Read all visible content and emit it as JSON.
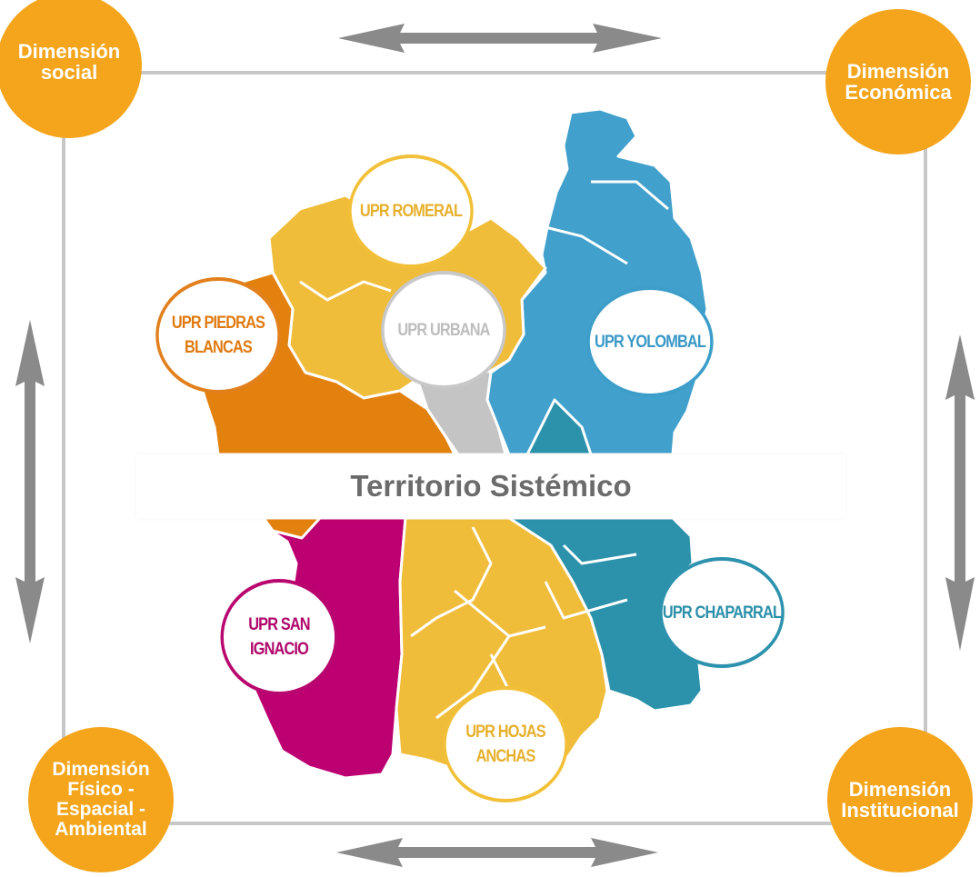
{
  "title": "Territorio Sistémico",
  "dimensions": {
    "social": "Dimensión\nsocial",
    "economica": "Dimensión\nEconómica",
    "fisico": "Dimensión\nFísico -\nEspacial -\nAmbiental",
    "institucional": "Dimensión\nInstitucional"
  },
  "uprs": {
    "romeral": "UPR ROMERAL",
    "piedras_blancas": "UPR PIEDRAS\nBLANCAS",
    "urbana": "UPR URBANA",
    "yolombal": "UPR YOLOMBAL",
    "san_ignacio": "UPR SAN\nIGNACIO",
    "chaparral": "UPR CHAPARRAL",
    "hojas_anchas": "UPR HOJAS\nANCHAS"
  },
  "colors": {
    "dimension": "#f4a51c",
    "romeral": "#f0bd3a",
    "piedras_blancas": "#e3810f",
    "urbana": "#c4c4c4",
    "yolombal": "#41a0cc",
    "san_ignacio": "#bd0071",
    "chaparral": "#2c92ab",
    "hojas_anchas": "#f0bd3a",
    "frame": "#c7c7c7",
    "arrow": "#8a8a8a",
    "title_text": "#6b6b6b"
  }
}
